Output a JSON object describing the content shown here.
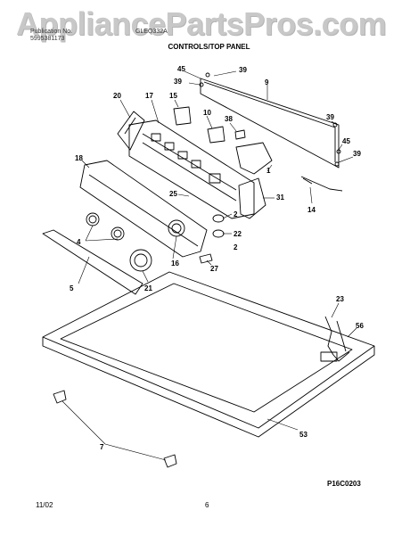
{
  "header": {
    "publication_label": "Publication No.",
    "publication_no": "5995381173",
    "model_label": "GLEQ332A",
    "section_title": "CONTROLS/TOP PANEL"
  },
  "watermark": "AppliancePartsPros.com",
  "callouts": [
    "45",
    "39",
    "9",
    "39",
    "20",
    "17",
    "15",
    "10",
    "38",
    "39",
    "45",
    "39",
    "18",
    "1",
    "31",
    "14",
    "25",
    "2",
    "22",
    "4",
    "2",
    "16",
    "27",
    "5",
    "21",
    "23",
    "56",
    "53",
    "7"
  ],
  "footer": {
    "date": "11/02",
    "page": "6",
    "figure_code": "P16C0203"
  }
}
